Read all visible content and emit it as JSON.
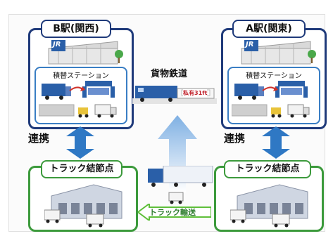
{
  "stations": [
    {
      "name": "B駅(関西)",
      "logo": "JR",
      "facility_label": "積替ステーション"
    },
    {
      "name": "A駅(関東)",
      "logo": "JR",
      "facility_label": "積替ステーション"
    }
  ],
  "rail": {
    "label": "貨物鉄道",
    "container_tag": "私有31ft"
  },
  "links": [
    {
      "label": "連携"
    },
    {
      "label": "連携"
    }
  ],
  "nodes": [
    {
      "label": "トラック結節点"
    },
    {
      "label": "トラック結節点"
    }
  ],
  "truck_transport": {
    "label": "トラック輸送"
  },
  "colors": {
    "station_border": "#1f3a7a",
    "transship_border": "#3a7ec4",
    "node_border": "#3c9a3c",
    "arrow_blue": "#2f78c4",
    "truck_arrow_green": "#5fbf3a"
  }
}
